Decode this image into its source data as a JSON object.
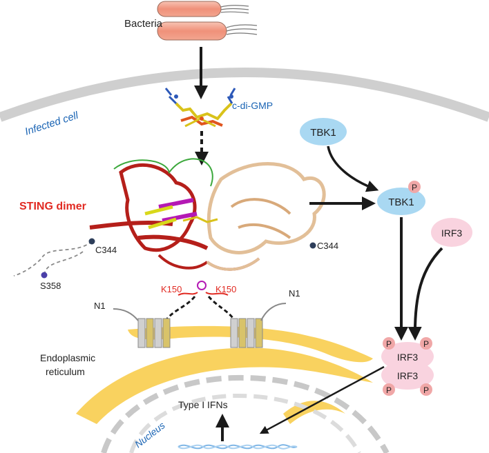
{
  "labels": {
    "bacteria": "Bacteria",
    "infected_cell": "Infected cell",
    "cdigmp": "c-di-GMP",
    "sting_dimer": "STING dimer",
    "c344_left": "C344",
    "c344_right": "C344",
    "s358": "S358",
    "k150_left": "K150",
    "k150_right": "K150",
    "n1_left": "N1",
    "n1_right": "N1",
    "er_line1": "Endoplasmic",
    "er_line2": "reticulum",
    "nucleus": "Nucleus",
    "type_i_ifns": "Type I IFNs",
    "tbk1": "TBK1",
    "tbk1_phos": "TBK1",
    "irf3": "IRF3",
    "irf3_top": "IRF3",
    "irf3_bottom": "IRF3",
    "phospho": "P"
  },
  "colors": {
    "membrane": "#cfcfcf",
    "bacteria_fill": "#f2a58f",
    "tbk1_fill": "#a9d8f2",
    "irf3_fill": "#f9d3df",
    "phospho_fill": "#f0a7a7",
    "er_fill": "#f9d25f",
    "nucleus_dash": "#c8c8c8",
    "sting_red": "#b51f1a",
    "sting_tan": "#e2bf98",
    "label_blue": "#1a64b4",
    "label_red": "#e12a22",
    "arrow": "#1a1a1a"
  }
}
